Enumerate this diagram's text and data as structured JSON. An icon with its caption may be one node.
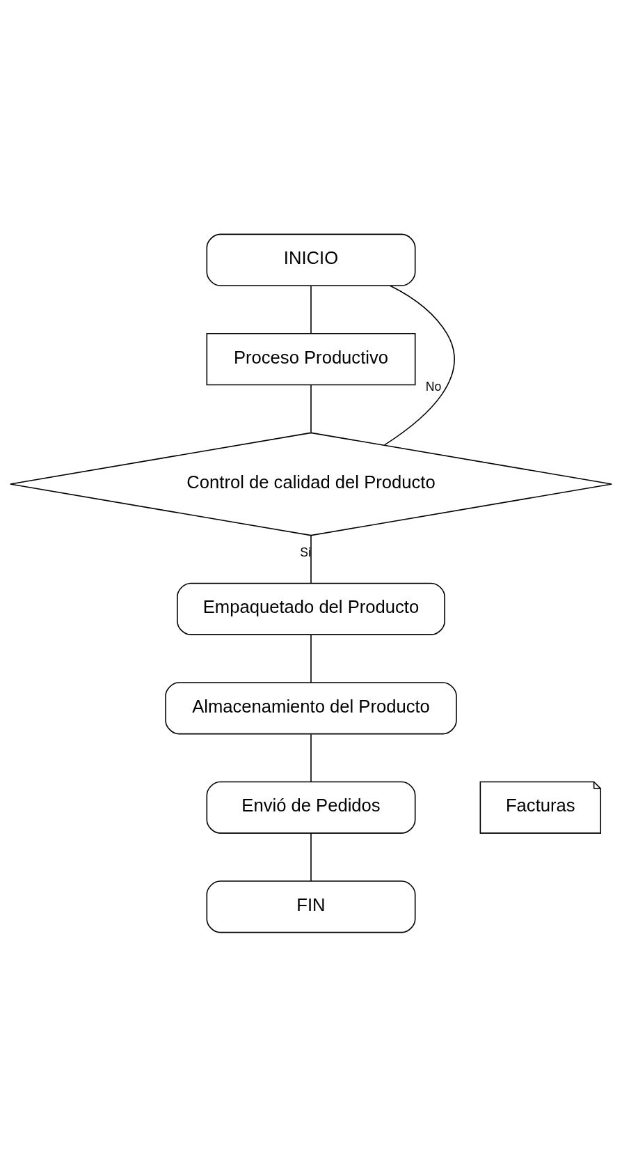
{
  "diagram": {
    "nodes": [
      {
        "text": [
          "INICIO"
        ]
      },
      {
        "text": [
          "Proceso Productivo"
        ]
      },
      {
        "text": [
          "Control de calidad del Producto"
        ]
      },
      {
        "text": [
          "Empaquetado del Producto"
        ]
      },
      {
        "text": [
          "Almacenamiento del Producto"
        ]
      },
      {
        "text": [
          "Envió de Pedidos"
        ]
      },
      {
        "text": [
          "Facturas"
        ]
      },
      {
        "text": [
          "FIN"
        ]
      }
    ],
    "edges": [
      {
        "from": 0,
        "to": 1,
        "arrow": "none"
      },
      {
        "from": 1,
        "to": 2,
        "arrow": "none"
      },
      {
        "from": 2,
        "to": 0,
        "arrow": "none",
        "label": "No"
      },
      {
        "from": 2,
        "to": 3,
        "arrow": "none",
        "label": "Si"
      },
      {
        "from": 3,
        "to": 4,
        "arrow": "none"
      },
      {
        "from": 4,
        "to": 5,
        "arrow": "none"
      },
      {
        "from": 5,
        "to": 7,
        "arrow": "none"
      }
    ]
  }
}
